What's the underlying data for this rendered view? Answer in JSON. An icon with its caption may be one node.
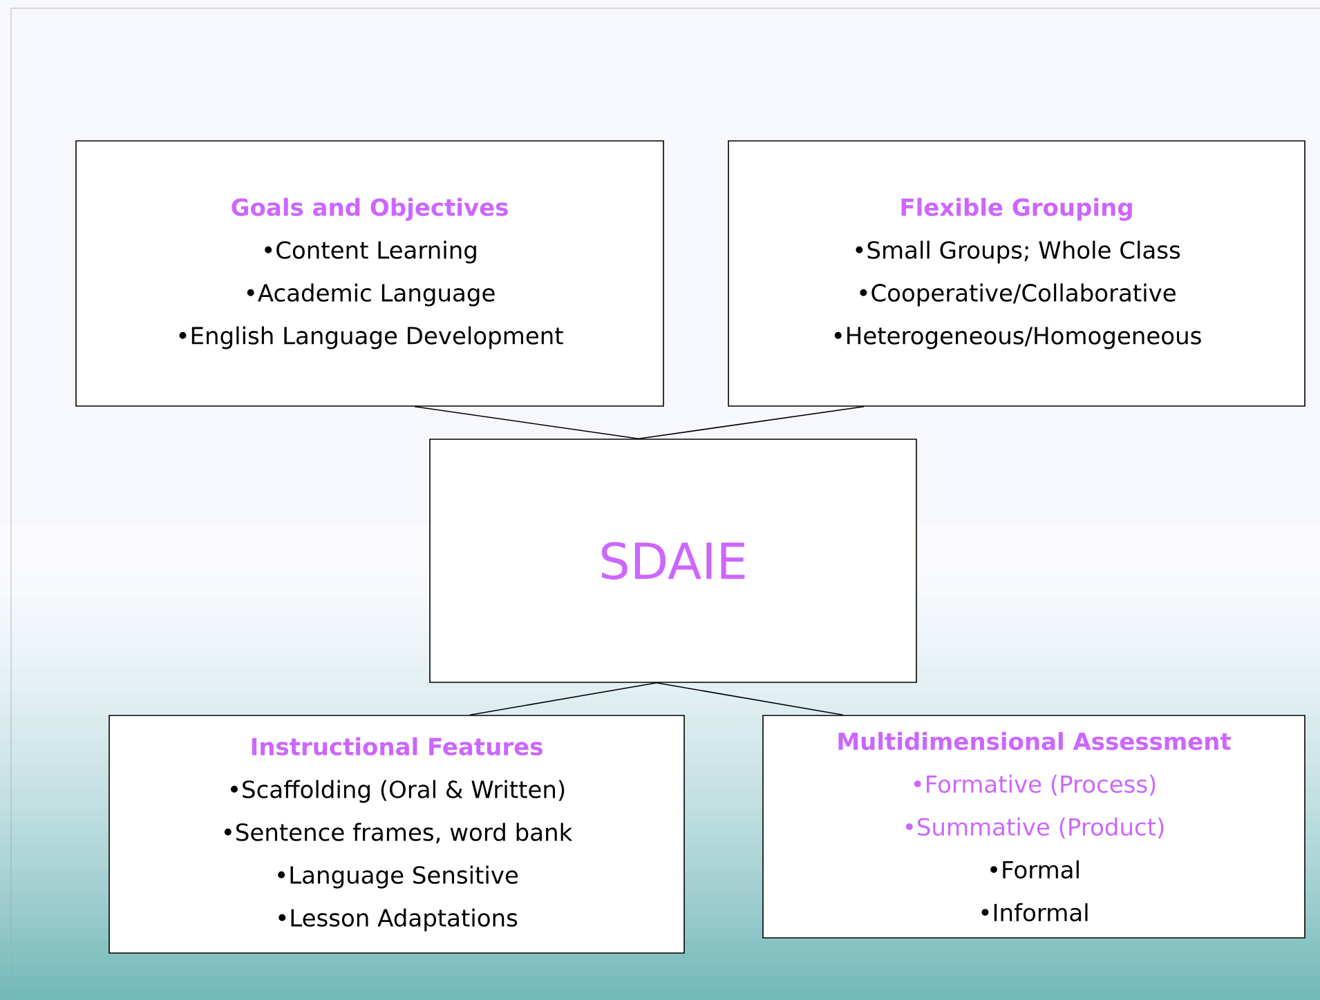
{
  "diagram": {
    "nodes": [
      {
        "text": [
          "Goals and Objectives",
          "•Content Learning",
          "•Academic Language",
          "•English Language Development"
        ]
      },
      {
        "text": [
          "Flexible Grouping",
          "•Small Groups; Whole Class",
          "•Cooperative/Collaborative",
          "•Heterogeneous/Homogeneous"
        ]
      },
      {
        "text": [
          "SDAIE"
        ]
      },
      {
        "text": [
          "Instructional Features",
          "•Scaffolding (Oral & Written)",
          "•Sentence frames, word bank",
          "•Language Sensitive",
          "•Lesson Adaptations"
        ]
      },
      {
        "text": [
          "Multidimensional Assessment",
          "•Formative (Process)",
          "•Summative (Product)",
          "•Formal",
          "•Informal"
        ]
      }
    ],
    "edges": [
      {
        "from": 2,
        "to": 0,
        "arrow": "none"
      },
      {
        "from": 2,
        "to": 1,
        "arrow": "none"
      },
      {
        "from": 2,
        "to": 3,
        "arrow": "none"
      },
      {
        "from": 2,
        "to": 4,
        "arrow": "none"
      }
    ]
  }
}
